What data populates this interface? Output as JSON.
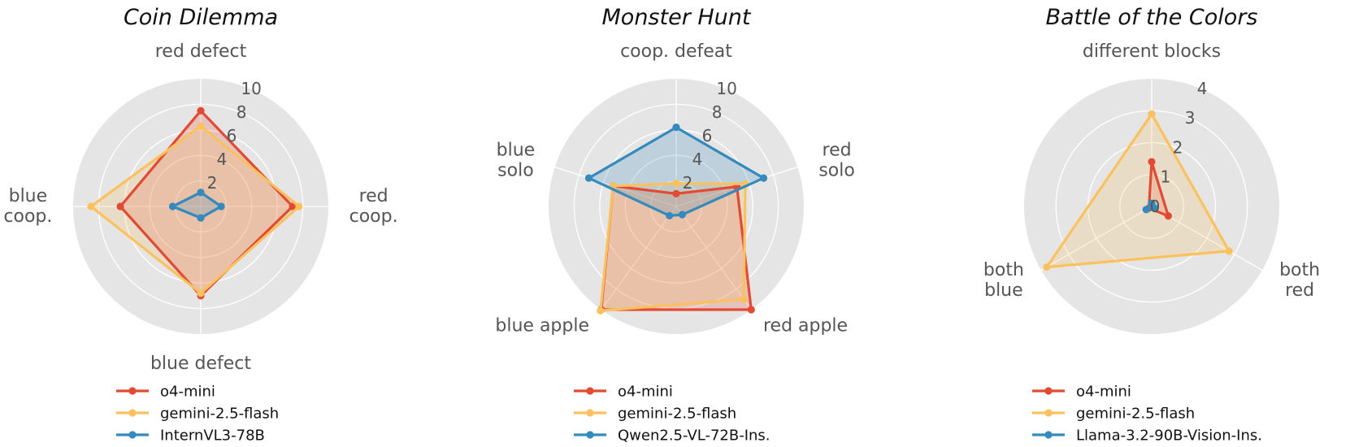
{
  "chart_data": [
    {
      "type": "radar",
      "title": "Coin Dilemma",
      "axes": [
        {
          "label": [
            "red defect"
          ]
        },
        {
          "label": [
            "red",
            "coop."
          ]
        },
        {
          "label": [
            "blue defect"
          ]
        },
        {
          "label": [
            "blue",
            "coop."
          ]
        }
      ],
      "rmax": 10,
      "ticks": [
        2,
        4,
        6,
        8,
        10
      ],
      "grid": true,
      "legend": "bottom",
      "series": [
        {
          "name": "o4-mini",
          "color": "#E24A33",
          "values": [
            7.5,
            7.2,
            7.0,
            6.3
          ]
        },
        {
          "name": "gemini-2.5-flash",
          "color": "#FBC15E",
          "values": [
            6.3,
            7.7,
            6.8,
            8.6
          ]
        },
        {
          "name": "InternVL3-78B",
          "color": "#348ABD",
          "values": [
            1.1,
            1.6,
            0.9,
            2.2
          ]
        }
      ]
    },
    {
      "type": "radar",
      "title": "Monster Hunt",
      "axes": [
        {
          "label": [
            "coop. defeat"
          ]
        },
        {
          "label": [
            "red",
            "solo"
          ]
        },
        {
          "label": [
            "red apple"
          ]
        },
        {
          "label": [
            "blue apple"
          ]
        },
        {
          "label": [
            "blue",
            "solo"
          ]
        }
      ],
      "rmax": 10,
      "ticks": [
        2,
        4,
        6,
        8,
        10
      ],
      "grid": true,
      "legend": "bottom",
      "series": [
        {
          "name": "o4-mini",
          "color": "#E24A33",
          "values": [
            1.0,
            5.0,
            10.0,
            10.0,
            5.2
          ]
        },
        {
          "name": "gemini-2.5-flash",
          "color": "#FBC15E",
          "values": [
            1.8,
            5.7,
            9.0,
            10.1,
            5.2
          ]
        },
        {
          "name": "Qwen2.5-VL-72B-Ins.",
          "color": "#348ABD",
          "values": [
            6.2,
            7.2,
            0.8,
            0.9,
            7.2
          ]
        }
      ]
    },
    {
      "type": "radar",
      "title": "Battle of the Colors",
      "axes": [
        {
          "label": [
            "different blocks"
          ]
        },
        {
          "label": [
            "both",
            "red"
          ]
        },
        {
          "label": [
            "both",
            "blue"
          ]
        }
      ],
      "rmax": 4,
      "ticks": [
        0,
        1,
        2,
        3,
        4
      ],
      "grid": true,
      "legend": "bottom",
      "series": [
        {
          "name": "o4-mini",
          "color": "#E24A33",
          "values": [
            1.4,
            0.6,
            0.1
          ]
        },
        {
          "name": "gemini-2.5-flash",
          "color": "#FBC15E",
          "values": [
            2.9,
            2.8,
            3.8
          ]
        },
        {
          "name": "Llama-3.2-90B-Vision-Ins.",
          "color": "#348ABD",
          "values": [
            0.1,
            0.1,
            0.2
          ]
        }
      ]
    }
  ]
}
